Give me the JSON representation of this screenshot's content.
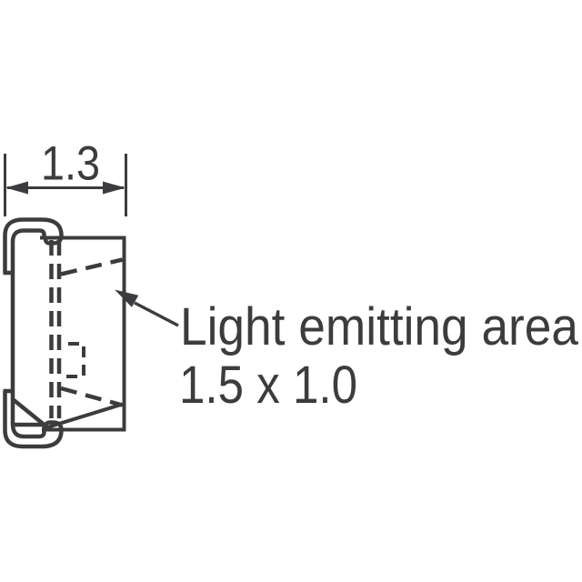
{
  "colors": {
    "ink": "#3c3c3e",
    "background": "#ffffff"
  },
  "drawing": {
    "dimension": {
      "label": "1.3"
    },
    "callout": {
      "line1": "Light emitting area",
      "line2": "1.5 x 1.0"
    }
  }
}
